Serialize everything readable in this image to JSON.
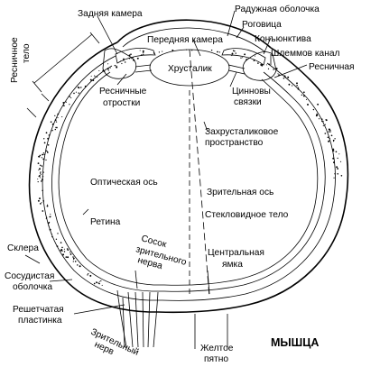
{
  "labels": {
    "zadnyaya_kamera": "Задняя камера",
    "raduzhnaya": "Радужная оболочка",
    "rogovitsa": "Роговица",
    "peredn_kamera": "Передняя камера",
    "konyunktiva": "Конъюнктива",
    "resnichnoe_telo_l1": "Ресничное",
    "resnichnoe_telo_l2": "тело",
    "shlemmov": "Шлеммов канал",
    "khrustalik": "Хрусталик",
    "resnichnaya": "Ресничная",
    "resn_otrostki_l1": "Ресничные",
    "resn_otrostki_l2": "отростки",
    "tsinnovy_l1": "Цинновы",
    "tsinnovy_l2": "связки",
    "zakhrust_l1": "Захрусталиковое",
    "zakhrust_l2": "пространство",
    "opt_os": "Оптическая ось",
    "zrit_os": "Зрительная ось",
    "steklov": "Стекловидное тело",
    "retina": "Ретина",
    "sosok_l1": "Сосок",
    "sosok_l2": "зрительного",
    "sosok_l3": "нерва",
    "sklera": "Склера",
    "sosud_l1": "Сосудистая",
    "sosud_l2": "оболочка",
    "tsentr_l1": "Центральная",
    "tsentr_l2": "ямка",
    "reshet_l1": "Решетчатая",
    "reshet_l2": "пластинка",
    "zrit_nerv_l1": "Зрительный",
    "zrit_nerv_l2": "нерв",
    "zheltoe_l1": "Желтое",
    "zheltoe_l2": "пятно",
    "title": "МЫШЦА"
  }
}
